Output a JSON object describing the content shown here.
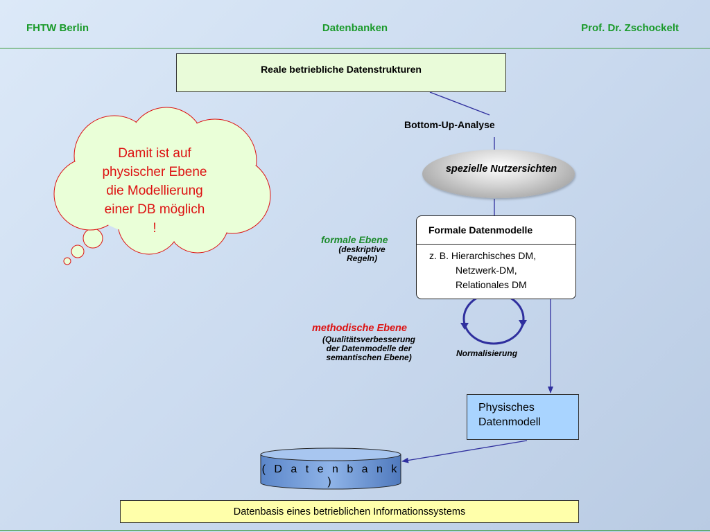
{
  "header": {
    "left": "FHTW Berlin",
    "center": "Datenbanken",
    "right": "Prof. Dr. Zschockelt"
  },
  "diagram": {
    "top_box": "Reale betriebliche Datenstrukturen",
    "analysis_label": "Bottom-Up-Analyse",
    "user_views": "spezielle Nutzersichten",
    "formal_box": {
      "title": "Formale Datenmodelle",
      "lines": [
        "z. B. Hierarchisches DM,",
        "Netzwerk-DM,",
        "Relationales DM"
      ]
    },
    "formal_level": {
      "title": "formale Ebene",
      "sub_lines": [
        "(deskriptive",
        "Regeln)"
      ]
    },
    "method_level": {
      "title": "methodische Ebene",
      "sub_lines": [
        "(Qualitätsverbesserung",
        "der Datenmodelle der",
        "semantischen Ebene)"
      ]
    },
    "normalization": "Normalisierung",
    "physical_box": [
      "Physisches",
      "Datenmodell"
    ],
    "database": "( D a t e n b a n k )",
    "footer": "Datenbasis eines betrieblichen Informationssystems"
  },
  "cloud": {
    "lines": [
      "Damit ist auf",
      "physischer Ebene",
      "die Modellierung",
      "einer DB möglich",
      "!"
    ]
  },
  "colors": {
    "header_green": "#1a9a2a",
    "cloud_fill": "#eaffd8",
    "cloud_stroke": "#dd1111",
    "arrow_blue": "#2f2f9e",
    "physical_fill": "#a9d4ff",
    "footer_fill": "#ffffaa"
  }
}
